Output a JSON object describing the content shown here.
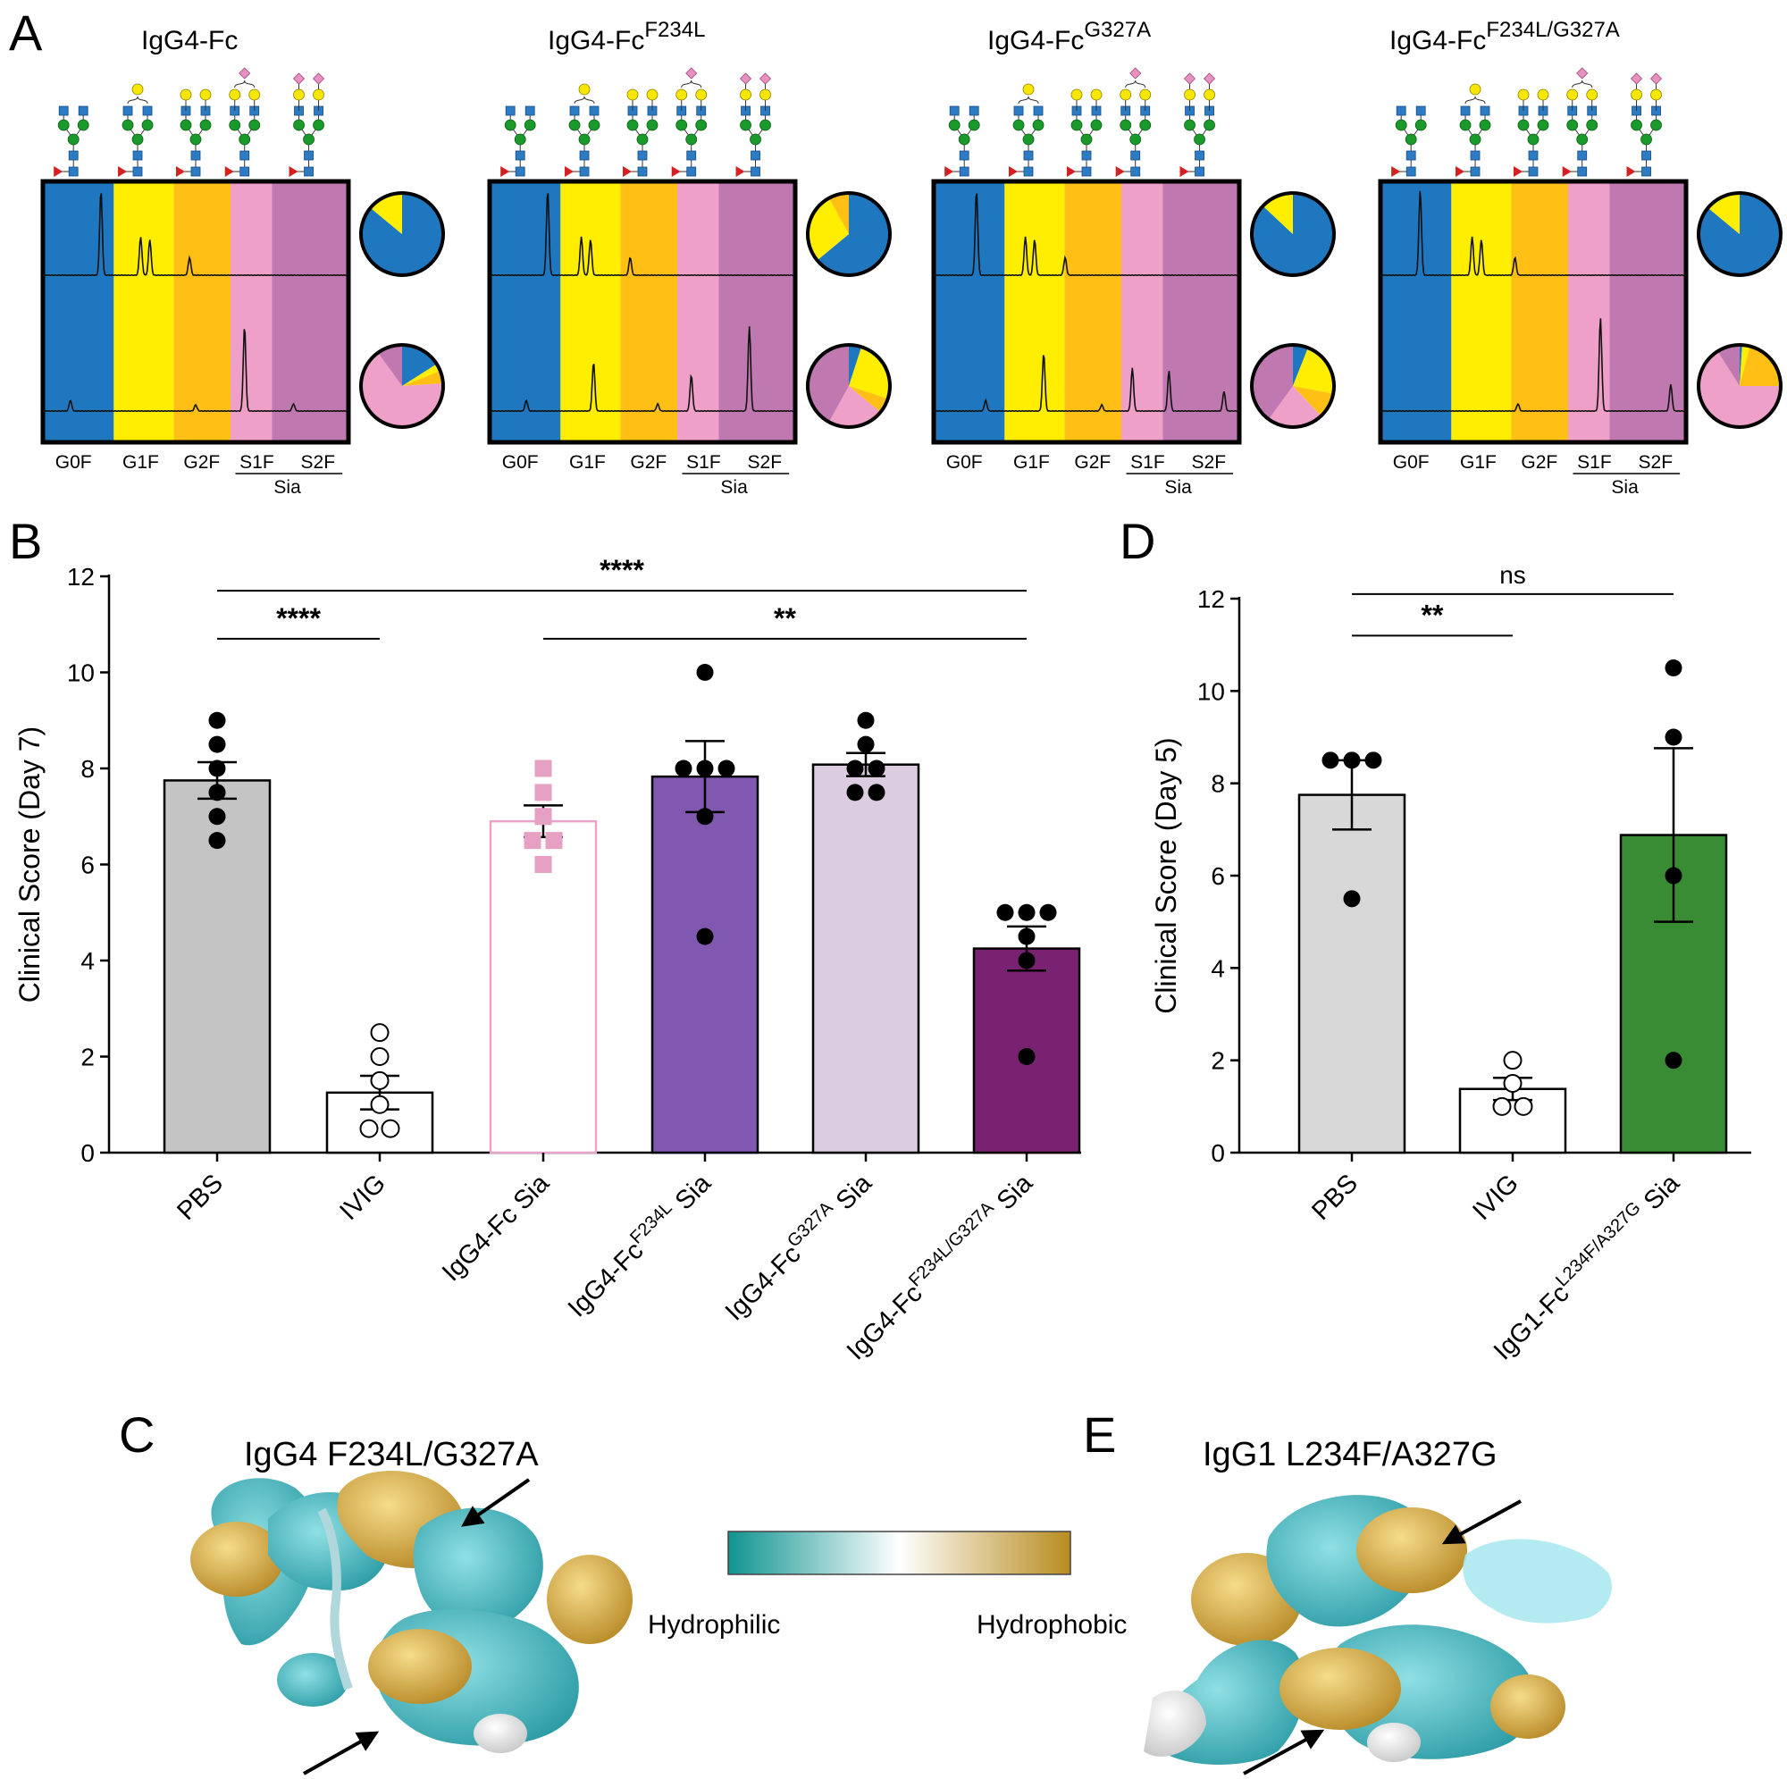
{
  "panel_letters": {
    "a": "A",
    "b": "B",
    "c": "C",
    "d": "D",
    "e": "E"
  },
  "colors": {
    "g0f": "#1f77bf",
    "g1f": "#ffee00",
    "g2f": "#ffbf14",
    "s1f": "#efa0c8",
    "s2f": "#c078b0",
    "blue_sq": "#2b7cc4",
    "green_circ": "#1a9a2a",
    "yellow_circ": "#f7e600",
    "pink_dia": "#e890c0",
    "fuc": "#d42020",
    "pbs": "#c4c4c4",
    "ivig": "#ffffff",
    "igg4": "#ffffff",
    "igg4_stroke": "#e8a4c8",
    "f234l": "#8058b0",
    "g327a": "#dccce0",
    "dbl": "#7a2272",
    "pbs_d": "#d8d8d8",
    "igg1": "#3a8c34",
    "pink_marker": "#e6a0c4",
    "hydrophilic": "#0f9490",
    "hydrophobic": "#b88c20"
  },
  "panel_a": {
    "glycan_labels": [
      "G0F",
      "G1F",
      "G2F",
      "S1F",
      "S2F"
    ],
    "sia_label": "Sia",
    "panels": [
      {
        "title": "IgG4-Fc",
        "sup": "",
        "pie_top": [
          0.86,
          0.14,
          0,
          0,
          0
        ],
        "pie_bottom": [
          0.16,
          0.03,
          0.05,
          0.66,
          0.1
        ]
      },
      {
        "title": "IgG4-Fc",
        "sup": "F234L",
        "pie_top": [
          0.64,
          0.28,
          0.08,
          0,
          0
        ],
        "pie_bottom": [
          0.05,
          0.25,
          0.06,
          0.22,
          0.42
        ]
      },
      {
        "title": "IgG4-Fc",
        "sup": "G327A",
        "pie_top": [
          0.87,
          0.13,
          0,
          0,
          0
        ],
        "pie_bottom": [
          0.06,
          0.22,
          0.1,
          0.22,
          0.4
        ]
      },
      {
        "title": "IgG4-Fc",
        "sup": "F234L/G327A",
        "pie_top": [
          0.86,
          0.14,
          0,
          0,
          0
        ],
        "pie_bottom": [
          0.01,
          0.03,
          0.21,
          0.66,
          0.09
        ]
      }
    ]
  },
  "chart_data": [
    {
      "type": "bar",
      "panel": "B",
      "ylabel": "Clinical Score (Day 7)",
      "ylim": [
        0,
        12
      ],
      "yticks": [
        0,
        2,
        4,
        6,
        8,
        10,
        12
      ],
      "categories": [
        {
          "main": "PBS",
          "sup": "",
          "tail": ""
        },
        {
          "main": "IVIG",
          "sup": "",
          "tail": ""
        },
        {
          "main": "IgG4-Fc Sia",
          "sup": "",
          "tail": ""
        },
        {
          "main": "IgG4-Fc",
          "sup": "F234L",
          "tail": " Sia"
        },
        {
          "main": "IgG4-Fc",
          "sup": "G327A",
          "tail": " Sia"
        },
        {
          "main": "IgG4-Fc",
          "sup": "F234L/G327A",
          "tail": " Sia"
        }
      ],
      "means": [
        7.75,
        1.25,
        6.9,
        7.83,
        8.08,
        4.25
      ],
      "sem": [
        0.38,
        0.35,
        0.33,
        0.74,
        0.24,
        0.46
      ],
      "points": [
        [
          9,
          8.5,
          8,
          7.5,
          7,
          6.5
        ],
        [
          2.5,
          2,
          1.5,
          1,
          0.5,
          0.5
        ],
        [
          8,
          7.5,
          7,
          6.5,
          6.5,
          6
        ],
        [
          10,
          8,
          8,
          8,
          7,
          4.5
        ],
        [
          9,
          8.5,
          8,
          8,
          7.5,
          7.5
        ],
        [
          5,
          5,
          5,
          4.5,
          4,
          2
        ]
      ],
      "point_style": [
        "filled",
        "open",
        "square",
        "filled",
        "filled",
        "filled"
      ],
      "significance": [
        {
          "from": 0,
          "to": 5,
          "label": "****",
          "y": 11.7
        },
        {
          "from": 0,
          "to": 1,
          "label": "****",
          "y": 10.7
        },
        {
          "from": 2,
          "to": 5,
          "label": "**",
          "y": 10.7
        }
      ]
    },
    {
      "type": "bar",
      "panel": "D",
      "ylabel": "Clinical Score (Day 5)",
      "ylim": [
        0,
        12
      ],
      "yticks": [
        0,
        2,
        4,
        6,
        8,
        10,
        12
      ],
      "categories": [
        {
          "main": "PBS",
          "sup": "",
          "tail": ""
        },
        {
          "main": "IVIG",
          "sup": "",
          "tail": ""
        },
        {
          "main": "IgG1-Fc",
          "sup": "L234F/A327G",
          "tail": " Sia"
        }
      ],
      "means": [
        7.75,
        1.38,
        6.88
      ],
      "sem": [
        0.75,
        0.24,
        1.88
      ],
      "points": [
        [
          8.5,
          8.5,
          8.5,
          5.5
        ],
        [
          2,
          1.5,
          1,
          1
        ],
        [
          10.5,
          9,
          6,
          2
        ]
      ],
      "point_style": [
        "filled",
        "open",
        "filled"
      ],
      "significance": [
        {
          "from": 0,
          "to": 2,
          "label": "ns",
          "y": 12.1
        },
        {
          "from": 0,
          "to": 1,
          "label": "**",
          "y": 11.2
        }
      ]
    }
  ],
  "panel_c": {
    "title": "IgG4 F234L/G327A"
  },
  "panel_e": {
    "title": "IgG1 L234F/A327G"
  },
  "legend": {
    "left": "Hydrophilic",
    "right": "Hydrophobic"
  }
}
